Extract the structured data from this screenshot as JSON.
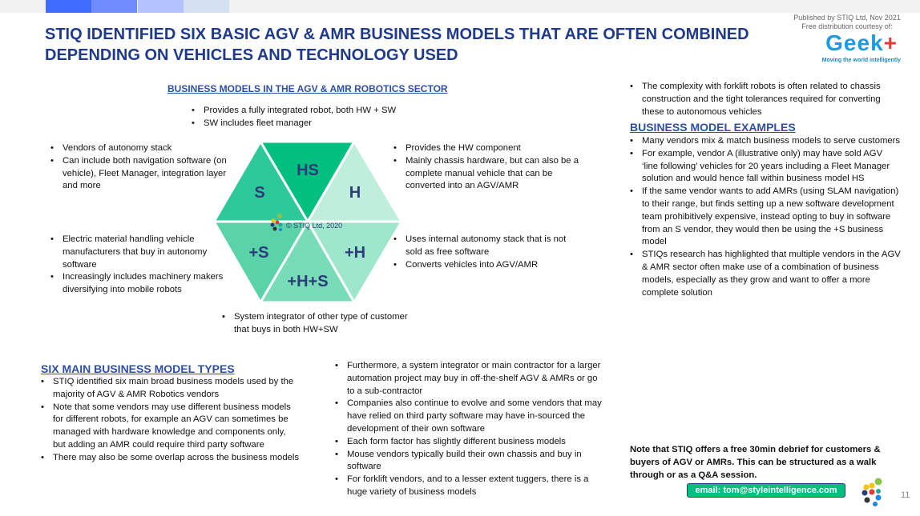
{
  "header": {
    "title": "STIQ IDENTIFIED SIX BASIC AGV & AMR BUSINESS MODELS THAT ARE OFTEN COMBINED DEPENDING ON VEHICLES AND TECHNOLOGY USED",
    "published": "Published by STIQ Ltd, Nov 2021",
    "distribution": "Free distribution courtesy of:",
    "logo_text": "Geek",
    "logo_plus": "+",
    "logo_tagline": "Moving the world intelligently"
  },
  "colors": {
    "bar": [
      "#3f6bff",
      "#6f8cff",
      "#b3c3ff",
      "#d5e0f3"
    ],
    "HS": "#00bf7f",
    "S": "#2ec99a",
    "H": "#c0eedc",
    "plusS": "#5ad3a8",
    "plusH": "#9ee6cc",
    "plusHS": "#78dcb9"
  },
  "diagram": {
    "heading": "BUSINESS MODELS IN THE AGV & AMR ROBOTICS SECTOR",
    "labels": {
      "HS": "HS",
      "H": "H",
      "plusH": "+H",
      "plusHS": "+H+S",
      "plusS": "+S",
      "S": "S"
    },
    "copyright": "© STIQ Ltd, 2020",
    "hs_desc": [
      "Provides a fully integrated robot, both HW + SW",
      "SW includes fleet manager"
    ],
    "s_desc": [
      "Vendors of autonomy stack",
      "Can include both navigation software (on vehicle), Fleet Manager, integration layer and more"
    ],
    "h_desc": [
      "Provides the HW component",
      "Mainly chassis hardware, but can also be a complete manual vehicle that can be converted into an AGV/AMR"
    ],
    "plus_s_desc": [
      "Electric material handling vehicle manufacturers that buy in autonomy software",
      "Increasingly includes machinery makers diversifying into mobile robots"
    ],
    "plus_h_desc": [
      "Uses internal autonomy stack that is not sold as free software",
      "Converts vehicles into AGV/AMR"
    ],
    "plus_hs_desc": [
      "System integrator of other type of customer that buys in both HW+SW"
    ]
  },
  "six_types": {
    "heading": "SIX MAIN BUSINESS MODEL TYPES",
    "items": [
      "STIQ identified six main broad business models used by the majority of AGV & AMR Robotics vendors",
      "Note that some vendors may use different business models for different robots, for example an AGV can sometimes be managed with hardware knowledge and components only, but adding an AMR could require third party software",
      "There may also be some overlap across the business models"
    ]
  },
  "middle": {
    "items": [
      "Furthermore, a system integrator or main contractor for a larger automation project may buy in off-the-shelf AGV & AMRs or go to a sub-contractor",
      "Companies also continue to evolve and some vendors that may have relied on third party software may have in-sourced the development of their own software",
      "Each form factor has slightly different business models",
      "Mouse vendors typically build their own chassis and buy in software",
      "For forklift vendors, and to a lesser extent tuggers, there is a huge variety of business models"
    ]
  },
  "right": {
    "top_items": [
      "The complexity with forklift robots is often related to chassis construction and the tight tolerances required for converting these to autonomous vehicles"
    ],
    "heading": "BUSINESS MODEL EXAMPLES",
    "items": [
      "Many vendors mix & match business models to serve customers",
      "For example, vendor A (illustrative only) may have sold AGV ‘line following’ vehicles for 20 years including a Fleet Manager solution and would hence fall within business model HS",
      "If the same vendor wants to add AMRs (using SLAM navigation) to their range, but finds setting up a new software development team prohibitively expensive, instead opting to buy in software from an S vendor, they would then be using the +S business model",
      "STIQs research has highlighted that multiple vendors in the AGV & AMR sector often make use of a combination of business models, especially as they grow and want to offer a more complete solution"
    ]
  },
  "footer": {
    "note": "Note that STIQ offers a free 30min debrief for customers & buyers of AGV or AMRs. This can be structured as a walk through or as a Q&A session.",
    "email": "email: tom@styleintelligence.com",
    "page": "11"
  }
}
